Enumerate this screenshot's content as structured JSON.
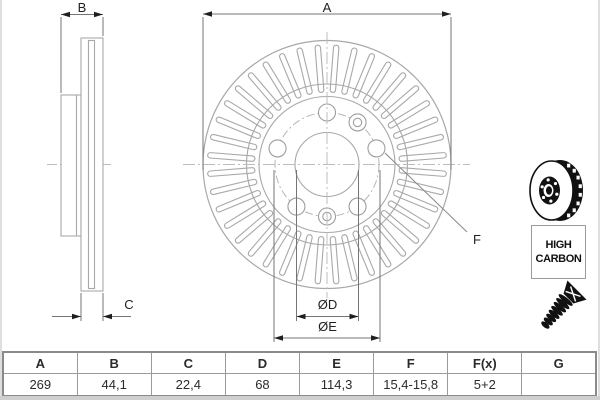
{
  "drawing": {
    "labels": {
      "outer_diameter": "A",
      "total_width": "B",
      "ring_thickness": "C",
      "bore_diameter": "ØD",
      "bolt_circle_diameter": "ØE",
      "bolt_hole": "F"
    },
    "slots": {
      "count": 40,
      "r_inner": 75,
      "r_outer": 117
    },
    "holes": {
      "bolt_angles": [
        90,
        162,
        234,
        306,
        18
      ],
      "screw_angles": [
        54,
        270
      ],
      "bolt_circle_r": 52,
      "hole_r": 8.5
    },
    "colors": {
      "geometry": "#a8a8a8",
      "centerline": "#bdbdbd",
      "dimension": "#757575",
      "arrow": "#1f1f1f"
    }
  },
  "badge": {
    "line1": "HIGH",
    "line2": "CARBON"
  },
  "table": {
    "headers": [
      "A",
      "B",
      "C",
      "D",
      "E",
      "F",
      "F(x)",
      "G"
    ],
    "values": [
      "269",
      "44,1",
      "22,4",
      "68",
      "114,3",
      "15,4-15,8",
      "5+2",
      ""
    ]
  }
}
